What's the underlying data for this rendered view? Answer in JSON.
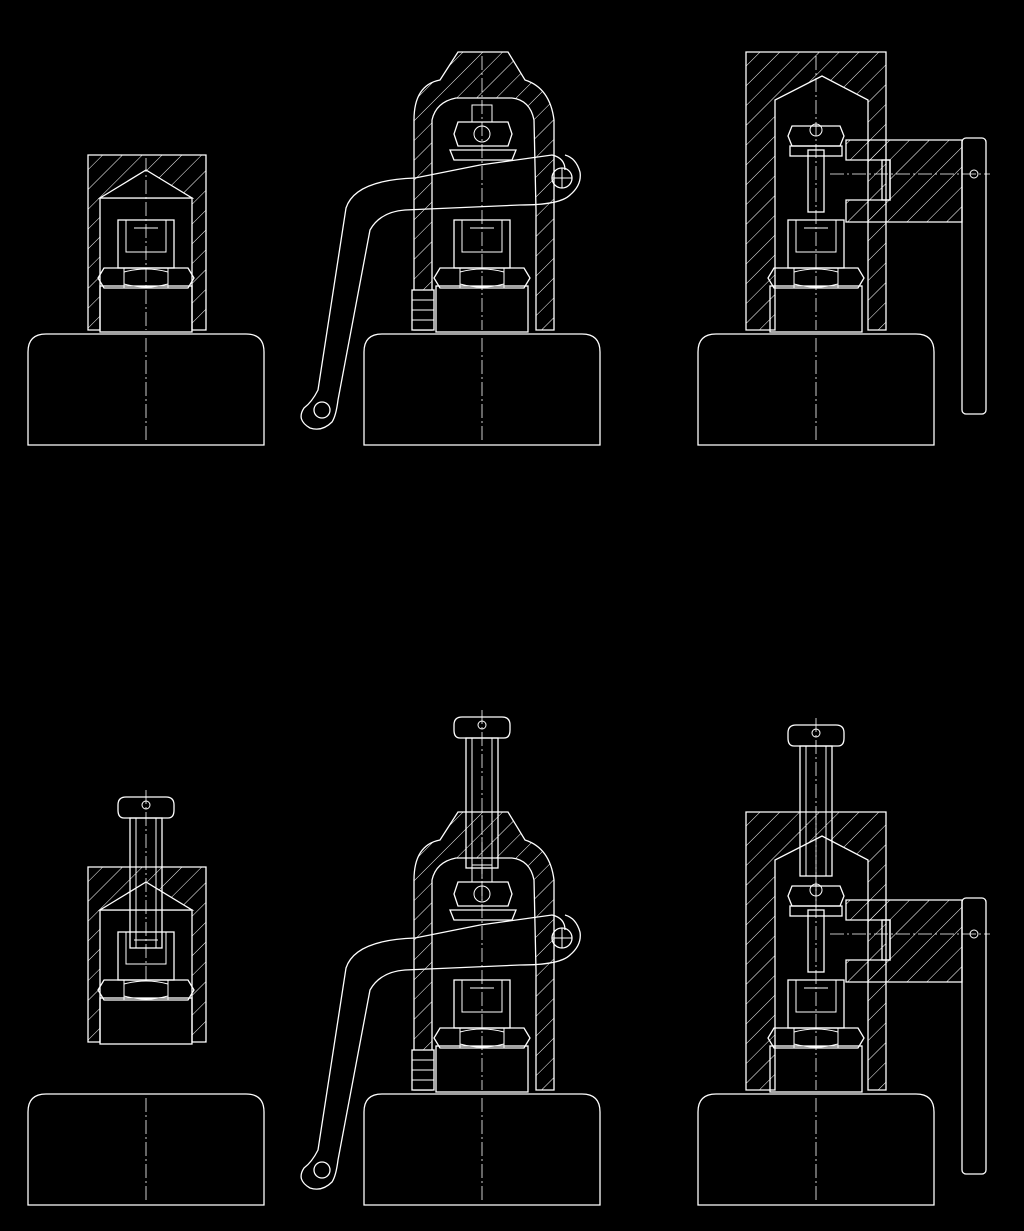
{
  "drawing": {
    "background": "#000000",
    "line_color": "#ffffff",
    "states": [
      "retracted",
      "extended"
    ],
    "variants": [
      "cap-type",
      "lever-type",
      "side-handle-type"
    ],
    "figures": [
      {
        "variant": "cap-type",
        "state": "retracted"
      },
      {
        "variant": "lever-type",
        "state": "retracted"
      },
      {
        "variant": "side-handle-type",
        "state": "retracted"
      },
      {
        "variant": "cap-type",
        "state": "extended"
      },
      {
        "variant": "lever-type",
        "state": "extended"
      },
      {
        "variant": "side-handle-type",
        "state": "extended"
      }
    ]
  }
}
